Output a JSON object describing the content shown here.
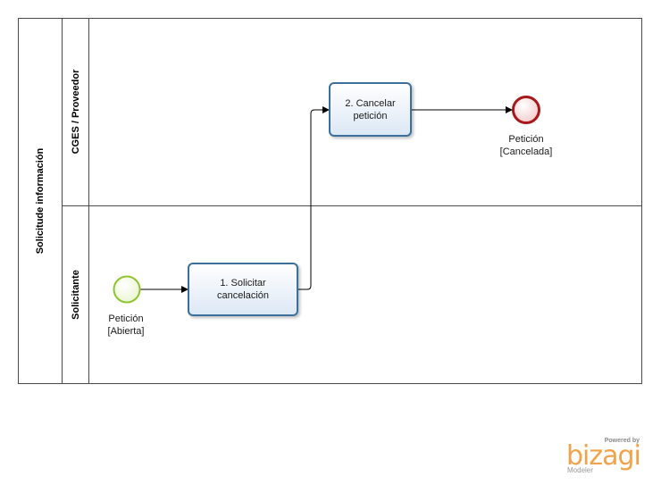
{
  "pool": {
    "label": "Solicitude información"
  },
  "lanes": [
    {
      "label": "CGES / Proveedor"
    },
    {
      "label": "Solicitante"
    }
  ],
  "tasks": [
    {
      "label": "1. Solicitar\ncancelación"
    },
    {
      "label": "2. Cancelar\npetición"
    }
  ],
  "events": {
    "start": {
      "label": "Petición\n[Abierta]",
      "color": "#9acd32"
    },
    "end": {
      "label": "Petición\n[Cancelada]",
      "color": "#b01c1c"
    }
  },
  "branding": {
    "powered": "Powered by",
    "word": "bizagi",
    "sub": "Modeler",
    "accent": "#f2a34a"
  }
}
